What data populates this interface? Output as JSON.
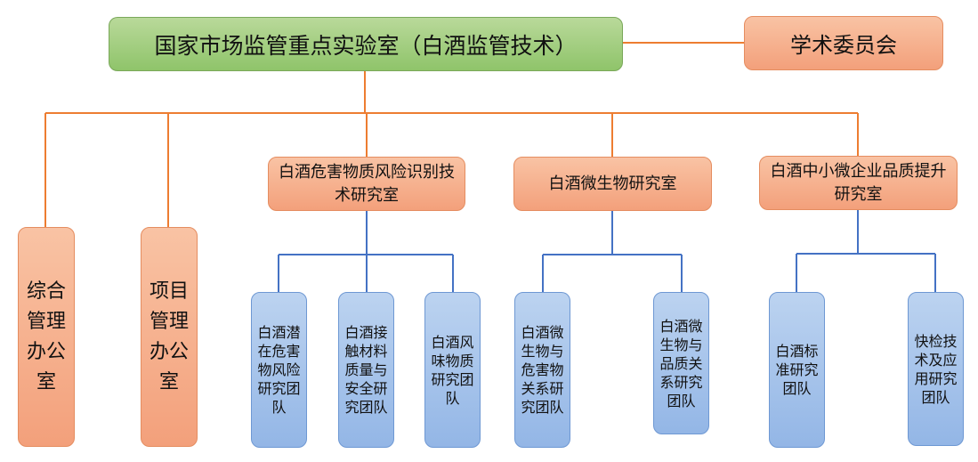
{
  "root": {
    "label": "国家市场监管重点实验室（白酒监管技术）"
  },
  "committee": {
    "label": "学术委员会"
  },
  "offices": [
    {
      "label": "综合管理办公室"
    },
    {
      "label": "项目管理办公室"
    }
  ],
  "labs": [
    {
      "label": "白酒危害物质风险识别技术研究室",
      "teams": [
        {
          "label": "白酒潜在危害物风险研究团队"
        },
        {
          "label": "白酒接触材料质量与安全研究团队"
        },
        {
          "label": "白酒风味物质研究团队"
        }
      ]
    },
    {
      "label": "白酒微生物研究室",
      "teams": [
        {
          "label": "白酒微生物与危害物关系研究团队"
        },
        {
          "label": "白酒微生物与品质关系研究团队"
        }
      ]
    },
    {
      "label": "白酒中小微企业品质提升研究室",
      "teams": [
        {
          "label": "白酒标准研究团队"
        },
        {
          "label": "快检技术及应用研究团队"
        }
      ]
    }
  ],
  "colors": {
    "orange_line": "#ed7d31",
    "blue_line": "#4472c4"
  }
}
